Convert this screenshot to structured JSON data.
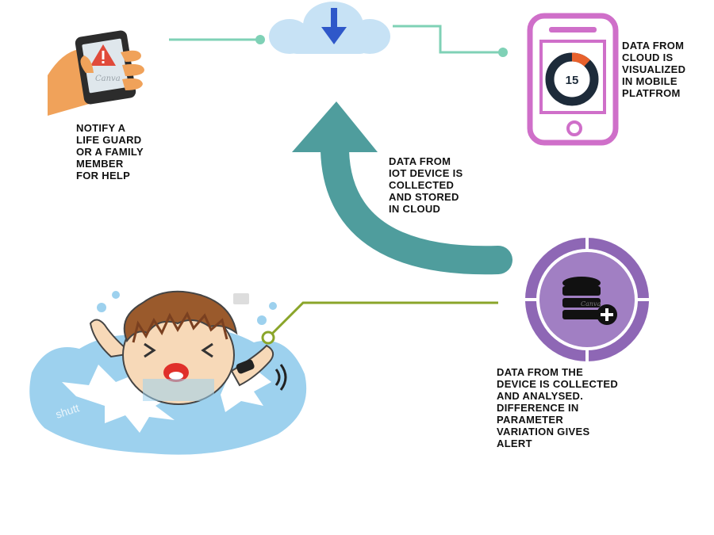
{
  "labels": {
    "notify": [
      "NOTIFY A",
      "LIFE GUARD",
      "OR A FAMILY",
      "MEMBER",
      "FOR HELP"
    ],
    "iot_to_cloud": [
      "DATA FROM",
      "IOT DEVICE IS",
      "COLLECTED",
      "AND STORED",
      "IN CLOUD"
    ],
    "visualized": [
      "DATA FROM",
      "CLOUD IS",
      "VISUALIZED",
      "IN  MOBILE",
      "PLATFROM"
    ],
    "analysed": [
      "DATA FROM THE",
      "DEVICE IS COLLECTED",
      "AND ANALYSED.",
      "DIFFERENCE IN",
      "PARAMETER",
      "VARIATION  GIVES",
      "ALERT"
    ]
  },
  "mobile_chart": {
    "value": "15",
    "fraction": 0.12
  },
  "phone_watermark": "Canva",
  "database_watermark": "Canva",
  "photo_watermark": "shutt",
  "colors": {
    "connector_teal": "#7fd1b6",
    "connector_olive": "#8aa52a",
    "arrow_teal": "#4f9d9d",
    "cloud": "#c7e2f5",
    "cloud_arrow": "#2f58c9",
    "phone_pink": "#cf6fc9",
    "donut_dark": "#1d2b3a",
    "donut_accent": "#e8612c",
    "db_purple": "#8e67b5",
    "water": "#9dd1ee"
  }
}
